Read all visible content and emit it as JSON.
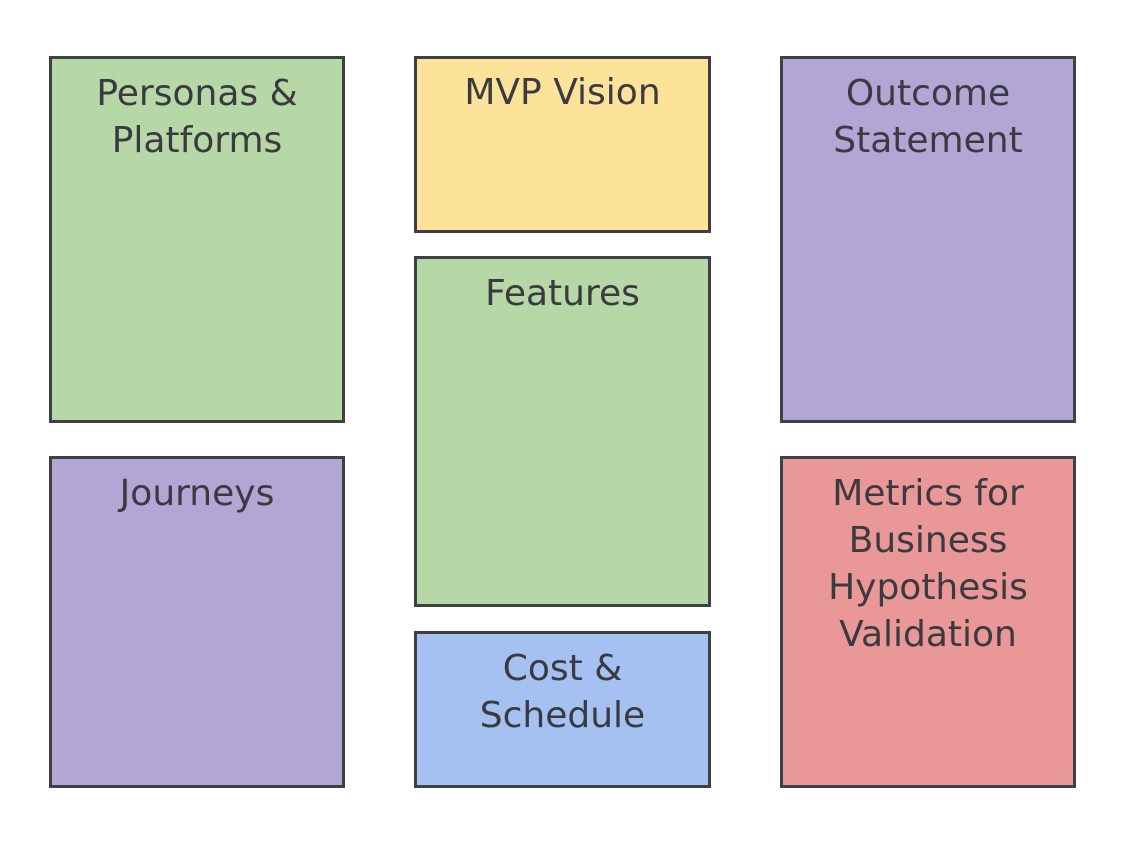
{
  "canvas": {
    "boxes": {
      "personas_platforms": {
        "label": "Personas &\nPlatforms",
        "color": "#b6d8a7"
      },
      "mvp_vision": {
        "label": "MVP Vision",
        "color": "#fde399"
      },
      "outcome_statement": {
        "label": "Outcome\nStatement",
        "color": "#b2a6d4"
      },
      "features": {
        "label": "Features",
        "color": "#b6d8a7"
      },
      "journeys": {
        "label": "Journeys",
        "color": "#b2a6d4"
      },
      "metrics": {
        "label": "Metrics for\nBusiness\nHypothesis\nValidation",
        "color": "#ea9897"
      },
      "cost_schedule": {
        "label": "Cost &\nSchedule",
        "color": "#a4c1f2"
      }
    },
    "border_color": "#3f3f45",
    "text_color": "#3a3a40"
  }
}
